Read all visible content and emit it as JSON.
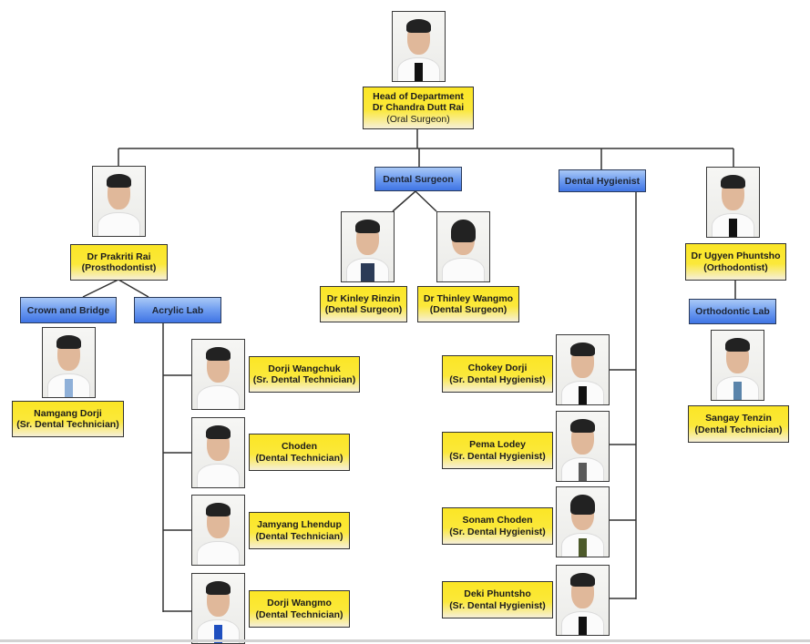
{
  "head": {
    "line1": "Head of Department",
    "line2": "Dr Chandra Dutt Rai",
    "line3": "(Oral Surgeon)"
  },
  "units": {
    "dental_surgeon": "Dental Surgeon",
    "dental_hygienist": "Dental Hygienist",
    "crown_and_bridge": "Crown and Bridge",
    "acrylic_lab": "Acrylic Lab",
    "orthodontic_lab": "Orthodontic Lab"
  },
  "people": {
    "prakriti": {
      "name": "Dr Prakriti Rai",
      "role": "(Prosthodontist)"
    },
    "ugyen": {
      "name": "Dr Ugyen Phuntsho",
      "role": "(Orthodontist)"
    },
    "kinley": {
      "name": "Dr Kinley Rinzin",
      "role": "(Dental Surgeon)"
    },
    "thinley": {
      "name": "Dr Thinley Wangmo",
      "role": "(Dental Surgeon)"
    },
    "namgang": {
      "name": "Namgang Dorji",
      "role": "(Sr. Dental Technician)"
    },
    "sangay": {
      "name": "Sangay Tenzin",
      "role": "(Dental Technician)"
    }
  },
  "acrylic_staff": [
    {
      "name": "Dorji Wangchuk",
      "role": "(Sr. Dental Technician)"
    },
    {
      "name": "Choden",
      "role": "(Dental Technician)"
    },
    {
      "name": "Jamyang Lhendup",
      "role": "(Dental Technician)"
    },
    {
      "name": "Dorji Wangmo",
      "role": "(Dental Technician)"
    }
  ],
  "hygienist_staff": [
    {
      "name": "Chokey Dorji",
      "role": "(Sr. Dental Hygienist)"
    },
    {
      "name": "Pema Lodey",
      "role": "(Sr. Dental Hygienist)"
    },
    {
      "name": "Sonam Choden",
      "role": "(Sr. Dental Hygienist)"
    },
    {
      "name": "Deki Phuntsho",
      "role": "(Sr. Dental Hygienist)"
    }
  ],
  "colors": {
    "name_box": "#fbe625",
    "unit_box": "#5b8cee",
    "connector": "#333333"
  }
}
